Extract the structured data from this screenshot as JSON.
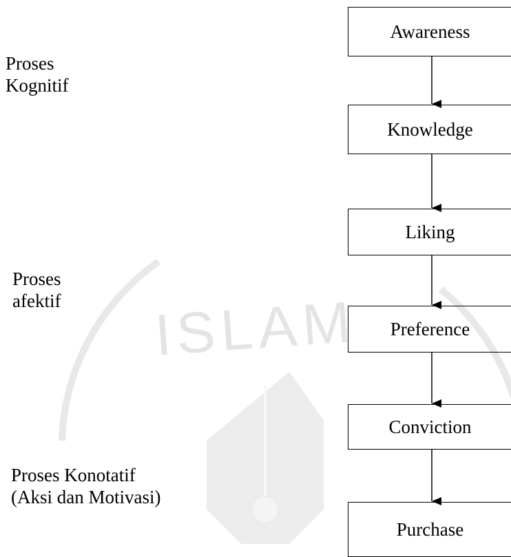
{
  "process_labels": {
    "kognitif": "Proses\nKognitif",
    "afektif": "Proses\nafektif",
    "konotatif": "Proses Konotatif\n(Aksi dan Motivasi)"
  },
  "stages": {
    "awareness": "Awareness",
    "knowledge": "Knowledge",
    "liking": "Liking",
    "preference": "Preference",
    "conviction": "Conviction",
    "purchase": "Purchase"
  },
  "watermark": {
    "text": "ISLAM",
    "color": "#e6e6e6"
  }
}
